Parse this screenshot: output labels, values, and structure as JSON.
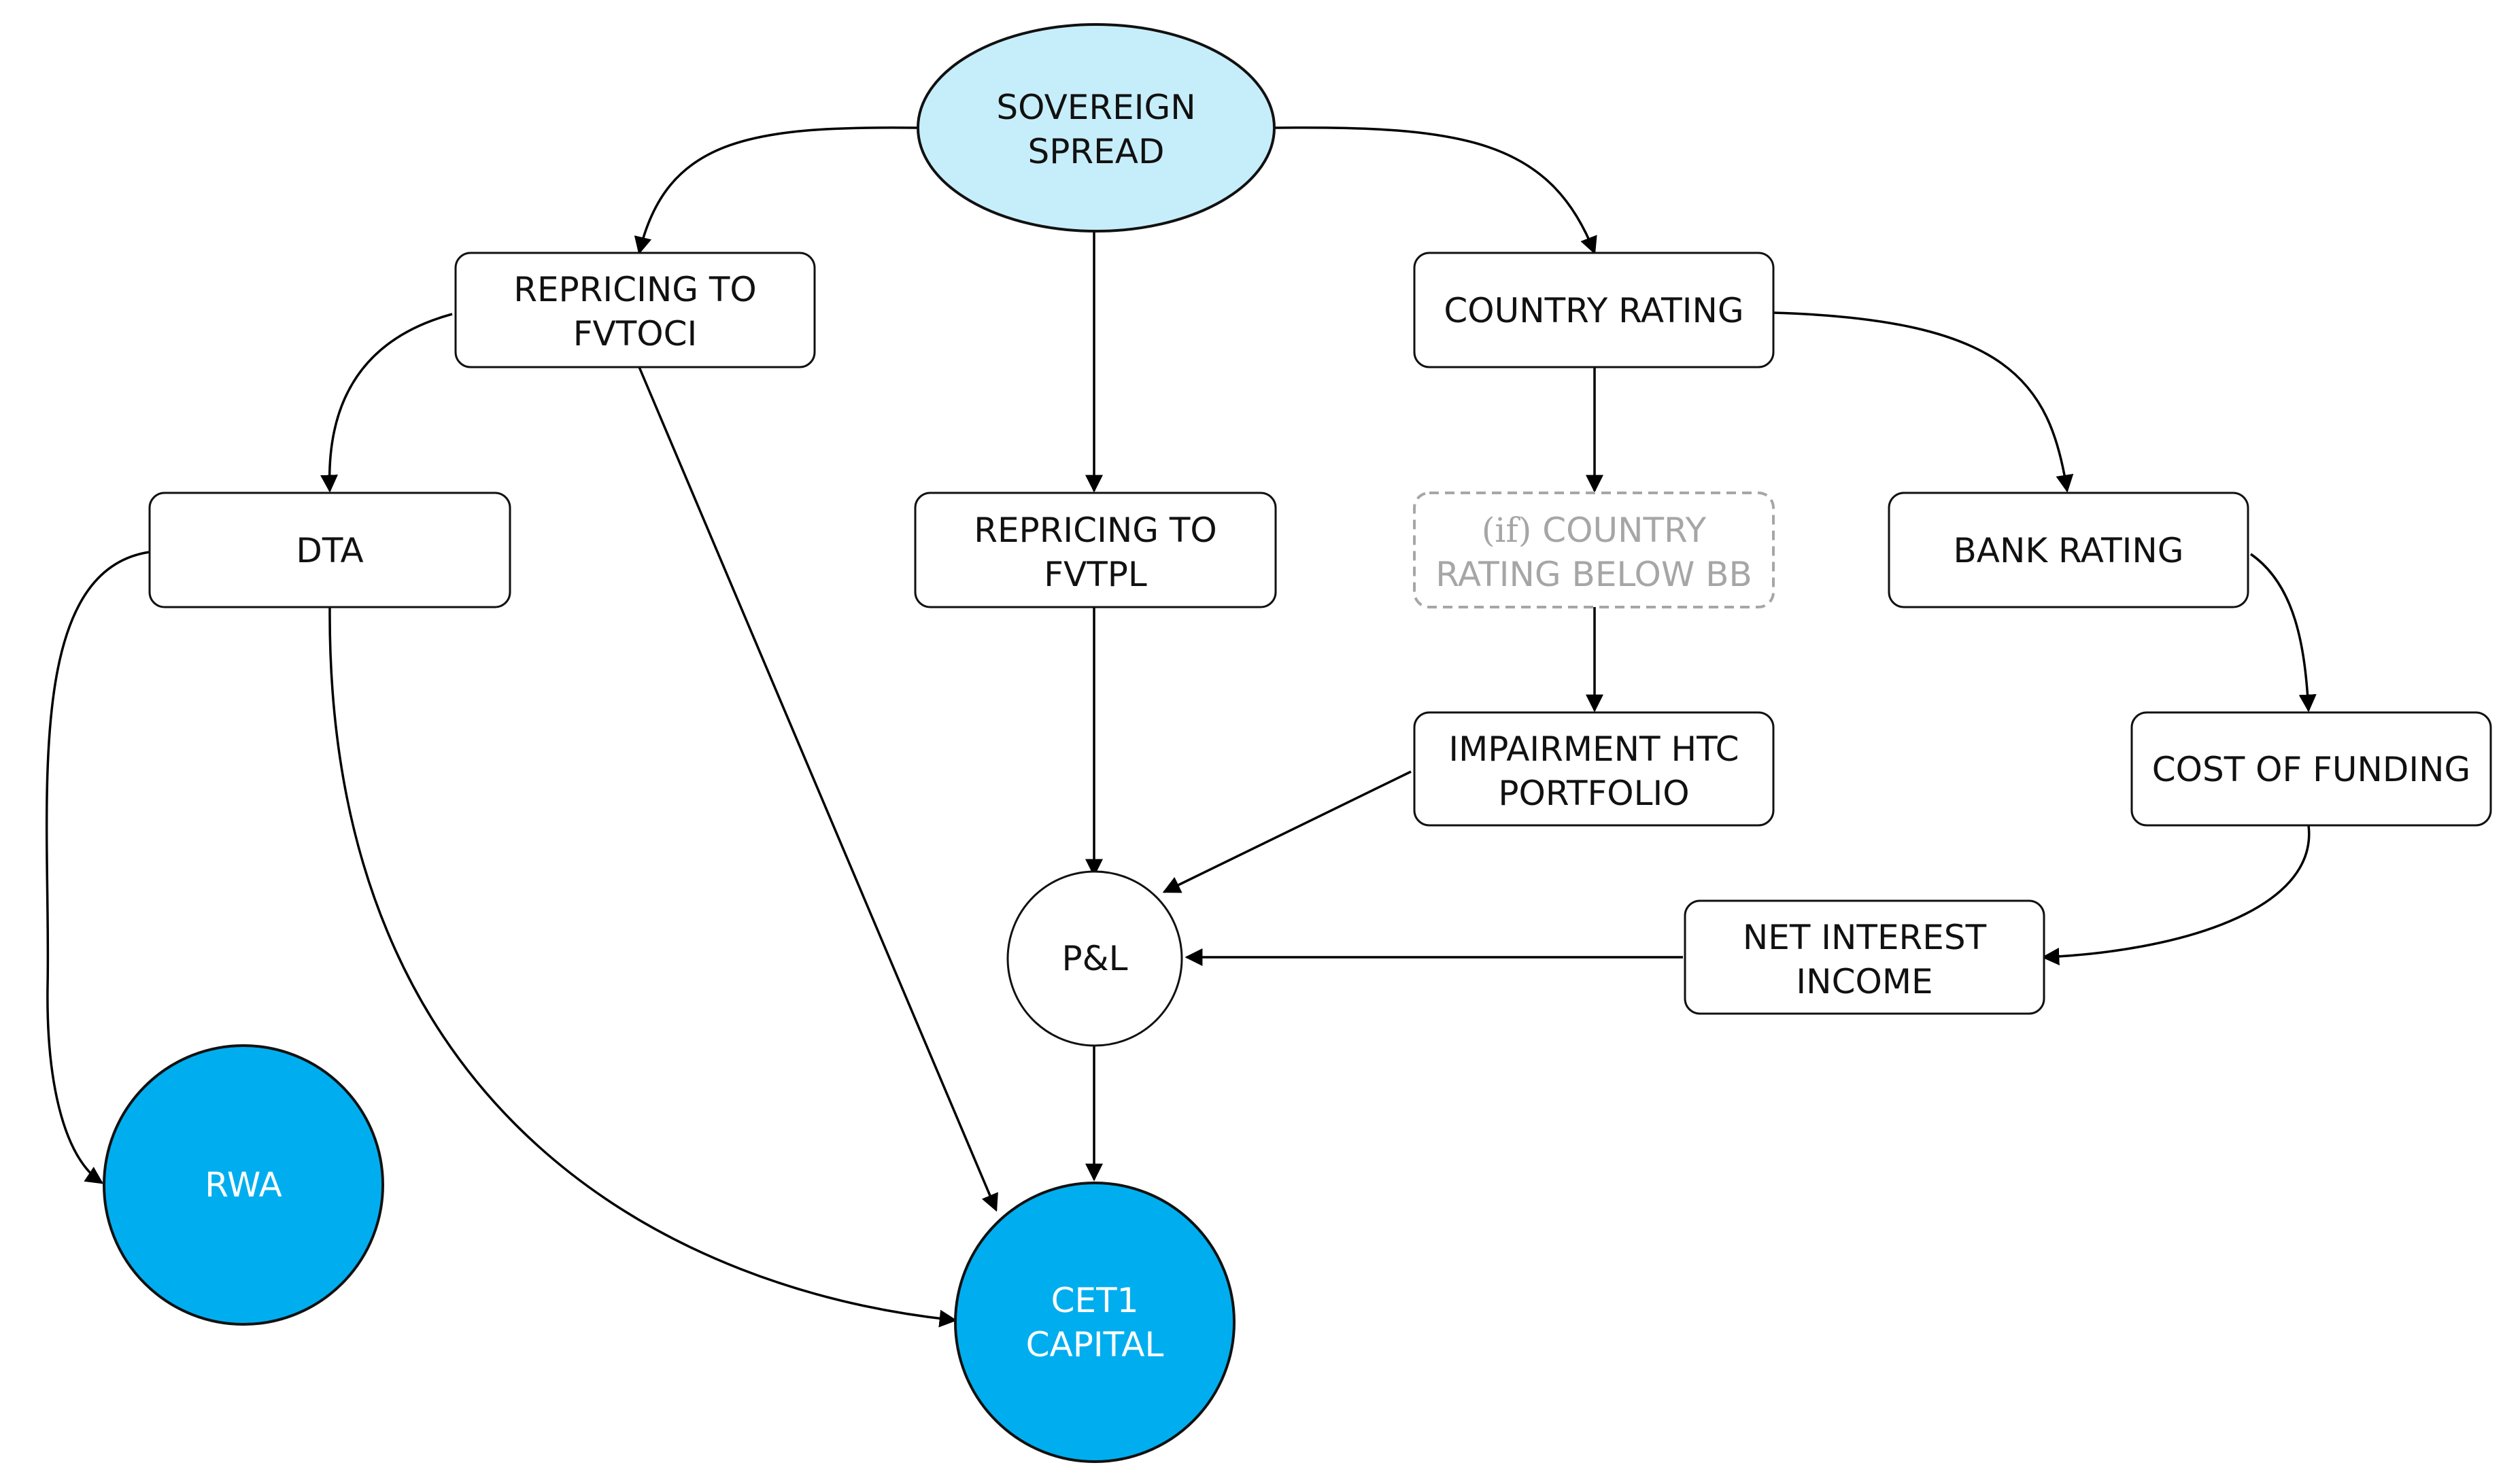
{
  "colors": {
    "sovereign_fill": "#c6eefa",
    "output_fill": "#00aeef",
    "box_stroke": "#111111",
    "conditional_stroke": "#a6a6a6",
    "conditional_text": "#a6a6a6",
    "edge": "#000000"
  },
  "nodes": {
    "sovereign_spread": {
      "line1": "SOVEREIGN",
      "line2": "SPREAD"
    },
    "repricing_fvtoci": {
      "line1": "REPRICING TO",
      "line2": "FVTOCI"
    },
    "country_rating": {
      "line1": "COUNTRY RATING"
    },
    "dta": {
      "line1": "DTA"
    },
    "repricing_fvtpl": {
      "line1": "REPRICING TO",
      "line2": "FVTPL"
    },
    "conditional_rating": {
      "prefix": "(if)",
      "line1": " COUNTRY",
      "line2": "RATING BELOW BB"
    },
    "bank_rating": {
      "line1": "BANK RATING"
    },
    "impairment_htc": {
      "line1": "IMPAIRMENT HTC",
      "line2": "PORTFOLIO"
    },
    "cost_of_funding": {
      "line1": "COST OF FUNDING"
    },
    "pnl": {
      "line1": "P&L"
    },
    "net_interest_income": {
      "line1": "NET INTEREST",
      "line2": "INCOME"
    },
    "rwa": {
      "line1": "RWA"
    },
    "cet1_capital": {
      "line1": "CET1",
      "line2": "CAPITAL"
    }
  },
  "edges": [
    {
      "from": "sovereign_spread",
      "to": "repricing_fvtoci"
    },
    {
      "from": "sovereign_spread",
      "to": "repricing_fvtpl"
    },
    {
      "from": "sovereign_spread",
      "to": "country_rating"
    },
    {
      "from": "repricing_fvtoci",
      "to": "dta"
    },
    {
      "from": "repricing_fvtoci",
      "to": "cet1_capital"
    },
    {
      "from": "dta",
      "to": "rwa"
    },
    {
      "from": "dta",
      "to": "cet1_capital"
    },
    {
      "from": "repricing_fvtpl",
      "to": "pnl"
    },
    {
      "from": "country_rating",
      "to": "conditional_rating"
    },
    {
      "from": "country_rating",
      "to": "bank_rating"
    },
    {
      "from": "conditional_rating",
      "to": "impairment_htc"
    },
    {
      "from": "impairment_htc",
      "to": "pnl"
    },
    {
      "from": "bank_rating",
      "to": "cost_of_funding"
    },
    {
      "from": "cost_of_funding",
      "to": "net_interest_income"
    },
    {
      "from": "net_interest_income",
      "to": "pnl"
    },
    {
      "from": "pnl",
      "to": "cet1_capital"
    }
  ]
}
